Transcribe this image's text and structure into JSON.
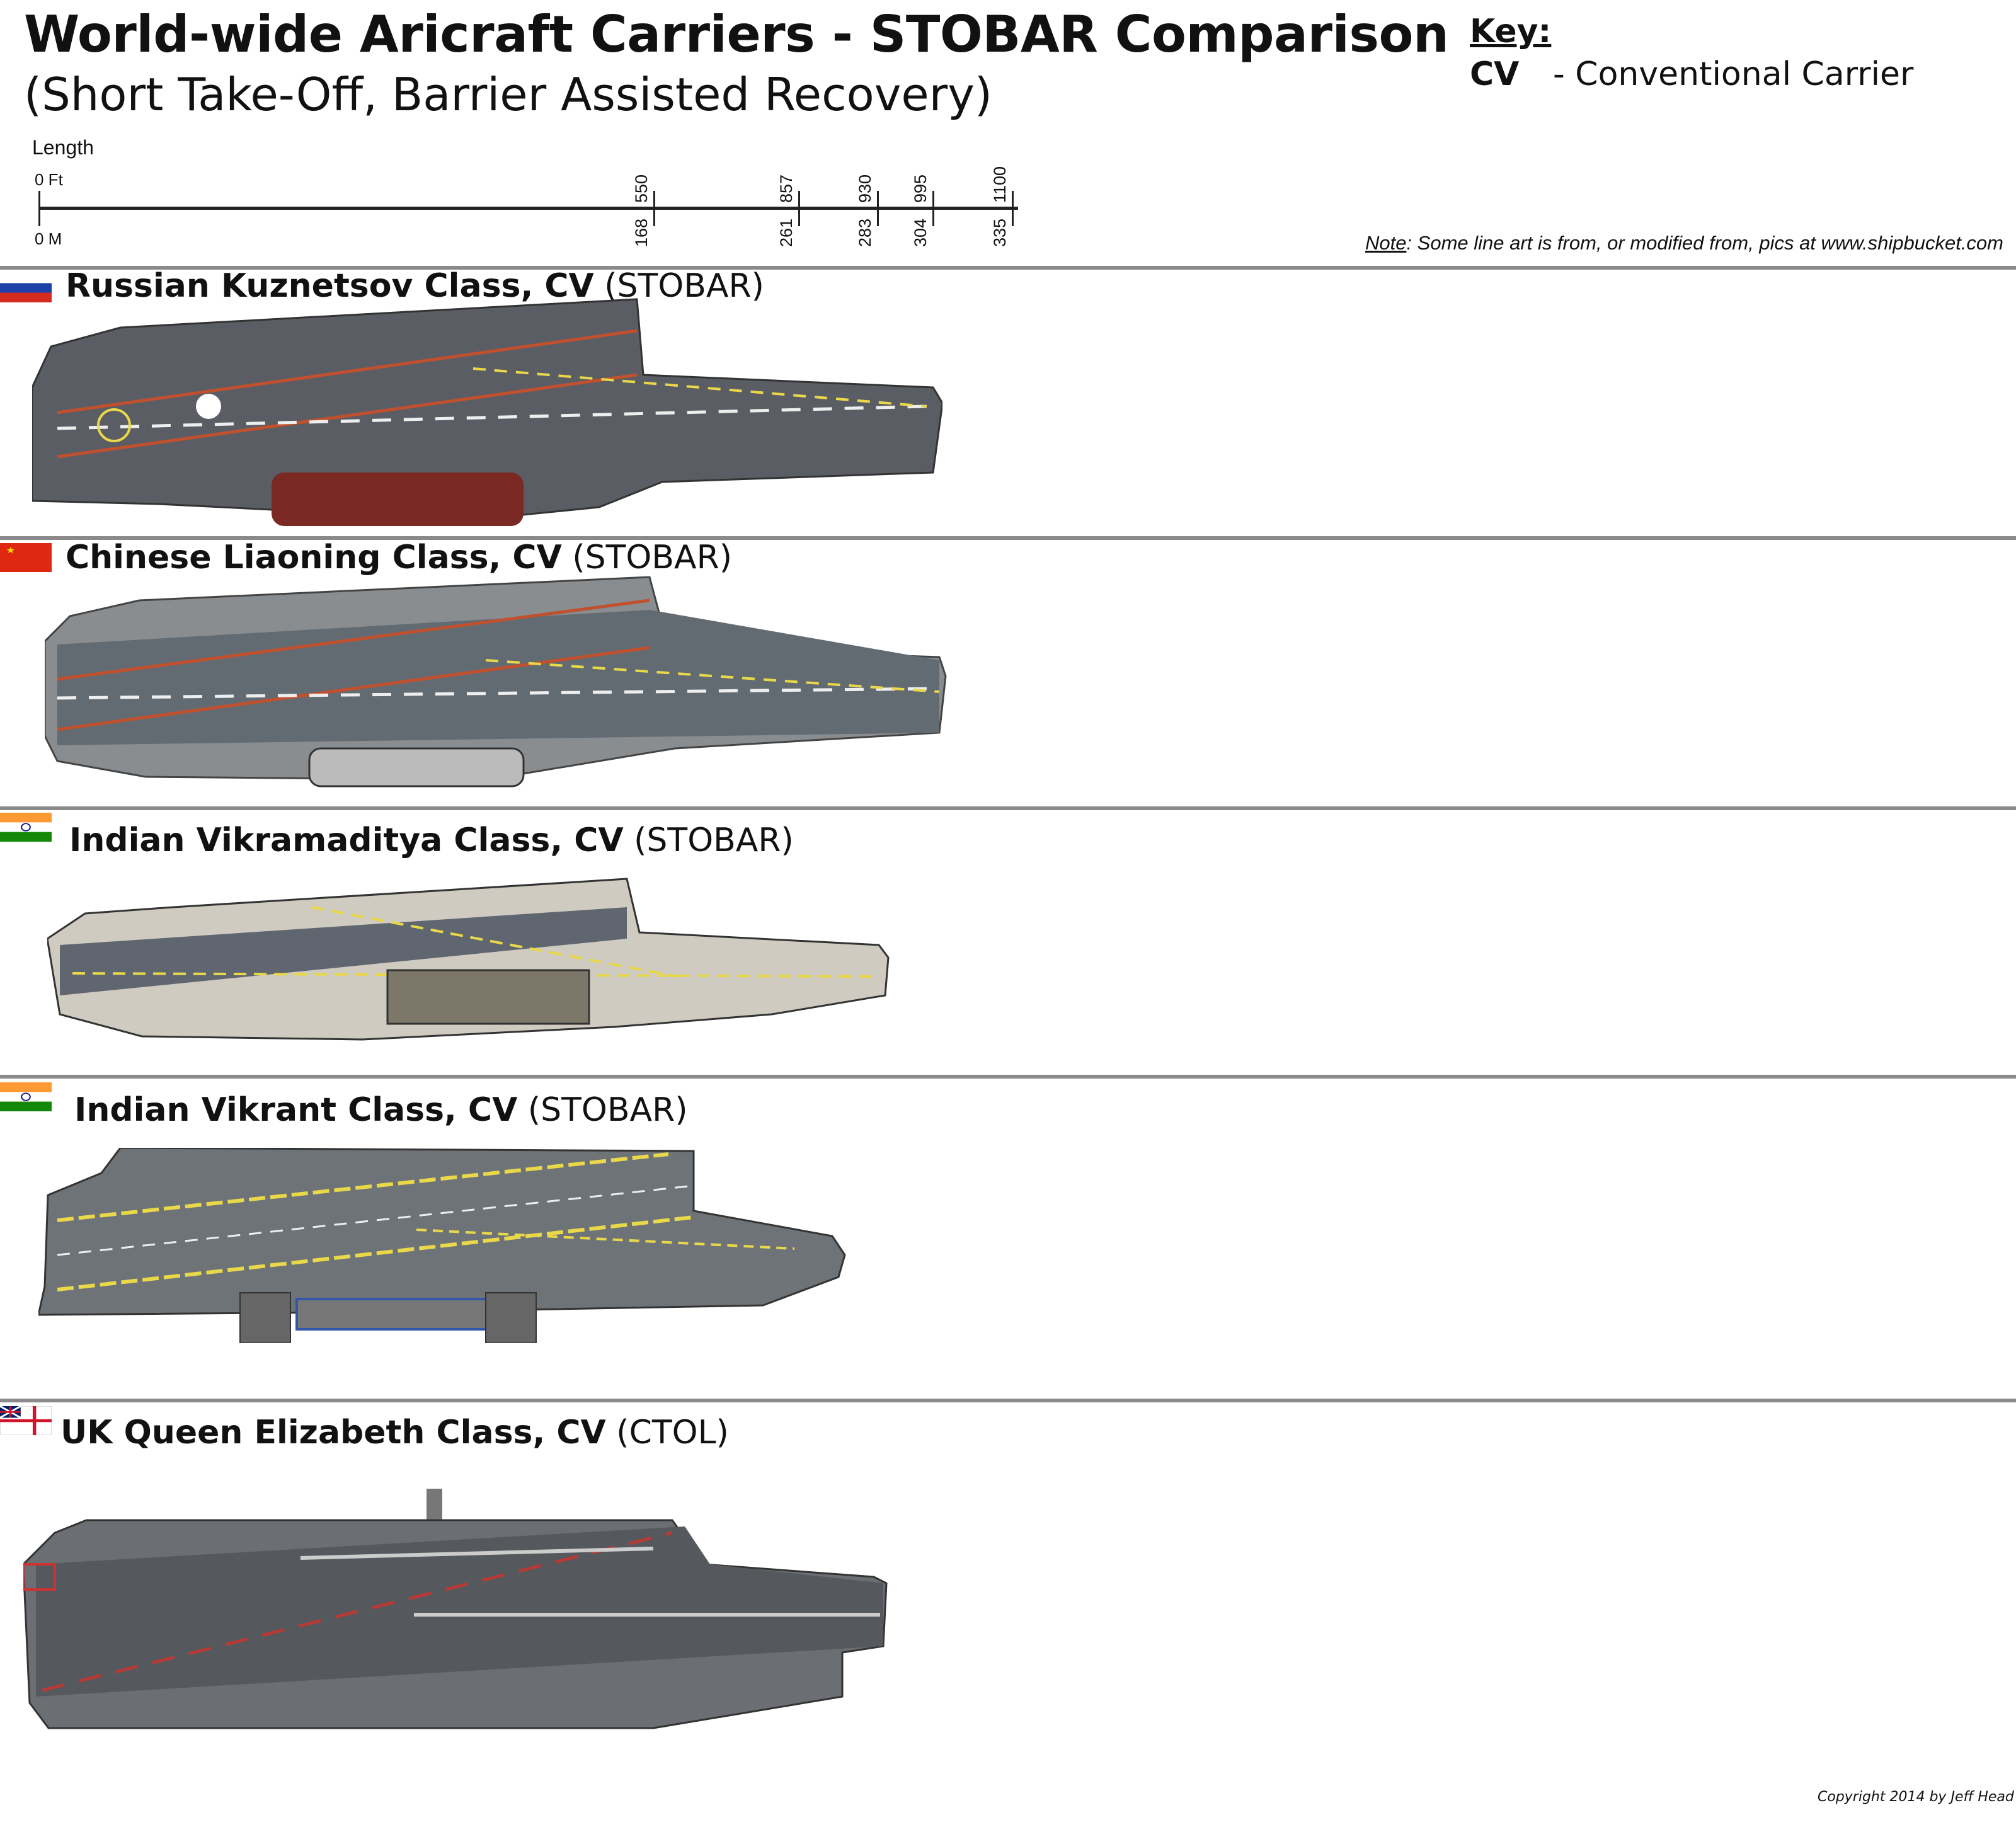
{
  "title": "World-wide Aricraft Carriers - STOBAR  Comparison",
  "subtitle": "(Short Take-Off, Barrier Assisted Recovery)",
  "key": {
    "label": "Key:",
    "abbr": "CV",
    "desc": "- Conventional Carrier"
  },
  "scale": {
    "label": "Length",
    "zero_ft": "0 Ft",
    "zero_m": "0 M",
    "ticks": [
      {
        "ft": "550",
        "m": "168"
      },
      {
        "ft": "857",
        "m": "261"
      },
      {
        "ft": "930",
        "m": "283"
      },
      {
        "ft": "995",
        "m": "304"
      },
      {
        "ft": "1100",
        "m": "335"
      }
    ]
  },
  "note": {
    "prefix": "Note",
    "text": ": Some line art is from, or modified from, pics at www.shipbucket.com"
  },
  "ships": [
    {
      "name": "Russian Kuznetsov Class, CV",
      "type": "(STOBAR)",
      "flag": "russia"
    },
    {
      "name": "Chinese Liaoning Class, CV",
      "type": "(STOBAR)",
      "flag": "china"
    },
    {
      "name": "Indian Vikramaditya Class, CV",
      "type": "(STOBAR)",
      "flag": "india"
    },
    {
      "name": "Indian Vikrant Class, CV",
      "type": "(STOBAR)",
      "flag": "india"
    },
    {
      "name": "UK Queen Elizabeth Class, CV",
      "type": "(CTOL)",
      "flag": "uk-white-ensign"
    }
  ],
  "copyright": "Copyright 2014 by Jeff Head",
  "colors": {
    "deck_dark": "#5a5d63",
    "deck_gray": "#6e7378",
    "hull_red": "#7a2a22",
    "marking_yellow": "#e8d84a",
    "divider": "#8a8a8a"
  }
}
